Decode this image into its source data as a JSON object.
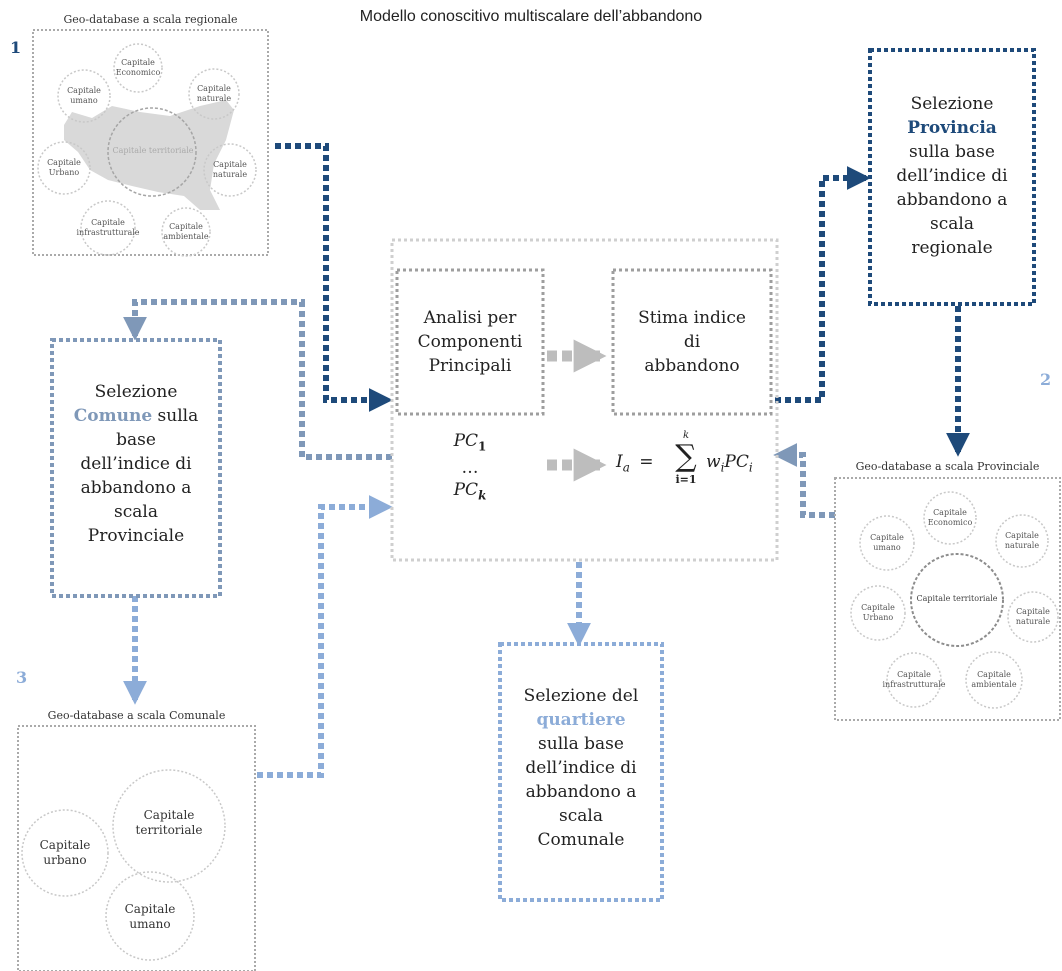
{
  "title": "Modello conoscitivo multiscalare dell’abbandono",
  "step1": {
    "number": "1",
    "label": "Geo-database a scala regionale",
    "center": "Capitale territoriale",
    "circles": [
      "Capitale Economico",
      "Capitale umano",
      "Capitale naturale",
      "Capitale Urbano",
      "Capitale naturale",
      "Capitale infrastrutturale",
      "Capitale ambientale"
    ]
  },
  "step2": {
    "number": "2",
    "label": "Geo-database a scala Provinciale",
    "center": "Capitale territoriale",
    "circles": [
      "Capitale Economico",
      "Capitale umano",
      "Capitale naturale",
      "Capitale Urbano",
      "Capitale naturale",
      "Capitale infrastrutturale",
      "Capitale ambientale"
    ]
  },
  "step3": {
    "number": "3",
    "label": "Geo-database a scala Comunale",
    "circles": [
      "Capitale territoriale",
      "Capitale urbano",
      "Capitale umano"
    ]
  },
  "selezione_provincia": {
    "line1": "Selezione",
    "keyword": "Provincia",
    "rest": [
      "sulla base",
      "dell’indice di",
      "abbandono a",
      "scala",
      "regionale"
    ]
  },
  "selezione_comune": {
    "line1": "Selezione",
    "keyword": "Comune",
    "after_keyword": " sulla",
    "rest": [
      "base",
      "dell’indice di",
      "abbandono a",
      "scala",
      "Provinciale"
    ]
  },
  "selezione_quartiere": {
    "line1": "Selezione del",
    "keyword": "quartiere",
    "rest": [
      "sulla base",
      "dell’indice di",
      "abbandono a",
      "scala",
      "Comunale"
    ]
  },
  "analisi": [
    "Analisi per",
    "Componenti",
    "Principali"
  ],
  "stima": [
    "Stima indice",
    "di",
    "abbandono"
  ],
  "pc": {
    "first": "PC",
    "first_sub": "1",
    "dots": "…",
    "last": "PC",
    "last_sub": "k"
  },
  "formula": {
    "lhs": "I",
    "lhs_sub": "a",
    "eq": "=",
    "sum": "∑",
    "upper": "k",
    "lower": "i=1",
    "term_w": "w",
    "term_w_sub": "i",
    "term_pc": "PC",
    "term_pc_sub": "i"
  },
  "colors": {
    "dark": "#1e4a7a",
    "mid": "#7f98b8",
    "light": "#8cacd8",
    "grey_arrow": "#bdbdbd",
    "box_grey": "#9e9e9e"
  }
}
